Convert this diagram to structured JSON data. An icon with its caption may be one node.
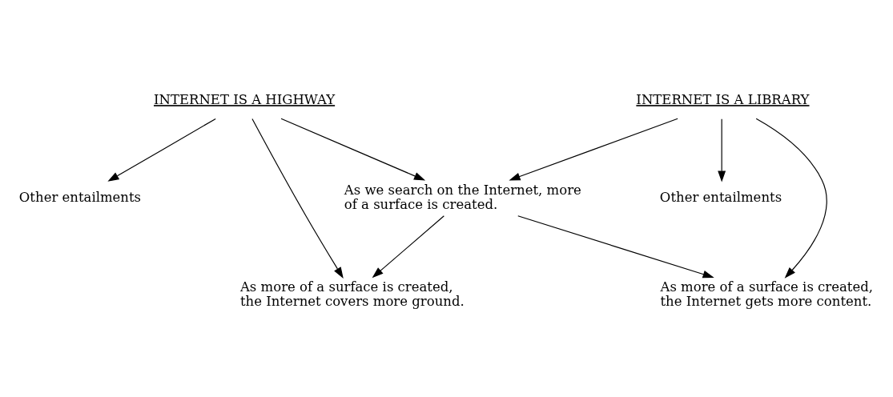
{
  "diagram": {
    "nodes": [
      {
        "text": [
          "INTERNET IS A HIGHWAY"
        ]
      },
      {
        "text": [
          "INTERNET IS A LIBRARY"
        ]
      },
      {
        "text": [
          "Other entailments"
        ]
      },
      {
        "text": [
          "As we search on the Internet, more of a surface is created."
        ]
      },
      {
        "text": [
          "Other entailments"
        ]
      },
      {
        "text": [
          "As more of a surface is created, the Internet covers more ground."
        ]
      },
      {
        "text": [
          "As more of a surface is created, the Internet gets more content."
        ]
      }
    ],
    "edges": [
      {
        "from": 0,
        "to": 2,
        "arrow": "to"
      },
      {
        "from": 0,
        "to": 5,
        "arrow": "to"
      },
      {
        "from": 0,
        "to": 3,
        "arrow": "to"
      },
      {
        "from": 1,
        "to": 3,
        "arrow": "to"
      },
      {
        "from": 1,
        "to": 6,
        "arrow": "to"
      },
      {
        "from": 1,
        "to": 4,
        "arrow": "to"
      },
      {
        "from": 3,
        "to": 5,
        "arrow": "to"
      },
      {
        "from": 3,
        "to": 6,
        "arrow": "to"
      }
    ]
  }
}
